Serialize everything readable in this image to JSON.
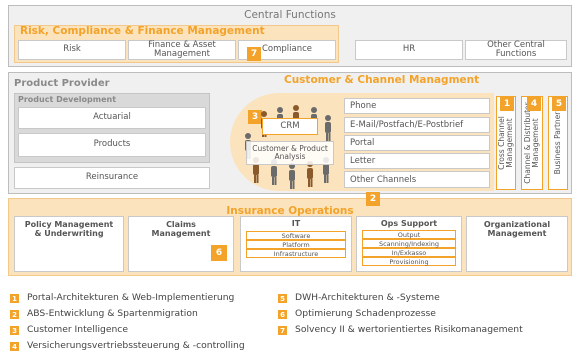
{
  "central": {
    "title": "Central Functions",
    "risk_title": "Risk, Compliance & Finance Management",
    "risk": "Risk",
    "finance_l1": "Finance & Asset",
    "finance_l2": "Management",
    "compliance": "Compliance",
    "hr": "HR",
    "other_l1": "Other Central",
    "other_l2": "Functions"
  },
  "provider": {
    "title": "Product Provider",
    "dev_title": "Product Development",
    "actuarial": "Actuarial",
    "products": "Products",
    "reinsurance": "Reinsurance"
  },
  "customer": {
    "title": "Customer & Channel Managment",
    "crm": "CRM",
    "analysis_l1": "Customer & Product",
    "analysis_l2": "Analysis",
    "channels": [
      "Phone",
      "E-Mail/Postfach/E-Postbrief",
      "Portal",
      "Letter",
      "Other Channels"
    ],
    "cross_l1": "Cross Channel",
    "cross_l2": "Management",
    "distrib_l1": "Channel & Distributor",
    "distrib_l2": "Management",
    "partner": "Business Partner"
  },
  "operations": {
    "title": "Insurance Operations",
    "policy_l1": "Policy Management",
    "policy_l2": "& Underwriting",
    "claims_l1": "Claims",
    "claims_l2": "Management",
    "it": "IT",
    "it_items": [
      "Software",
      "Platform",
      "Infrastructure"
    ],
    "ops": "Ops Support",
    "ops_items": [
      "Output",
      "Scanning/Indexing",
      "In/Exkasso",
      "Provisioning"
    ],
    "org_l1": "Organizational",
    "org_l2": "Management"
  },
  "badges": [
    "1",
    "2",
    "3",
    "4",
    "5",
    "6",
    "7"
  ],
  "legend": [
    {
      "num": "1",
      "text": "Portal-Architekturen & Web-Implementierung"
    },
    {
      "num": "2",
      "text": "ABS-Entwicklung & Spartenmigration"
    },
    {
      "num": "3",
      "text": "Customer Intelligence"
    },
    {
      "num": "4",
      "text": "Versicherungsvertriebssteuerung & -controlling"
    },
    {
      "num": "5",
      "text": "DWH-Architekturen & -Systeme"
    },
    {
      "num": "6",
      "text": "Optimierung Schadenprozesse"
    },
    {
      "num": "7",
      "text": "Solvency II & wertorientiertes Risikomanagement"
    }
  ],
  "colors": {
    "accent": "#f3a32a",
    "band": "#ececec",
    "border": "#c9c9c9"
  }
}
